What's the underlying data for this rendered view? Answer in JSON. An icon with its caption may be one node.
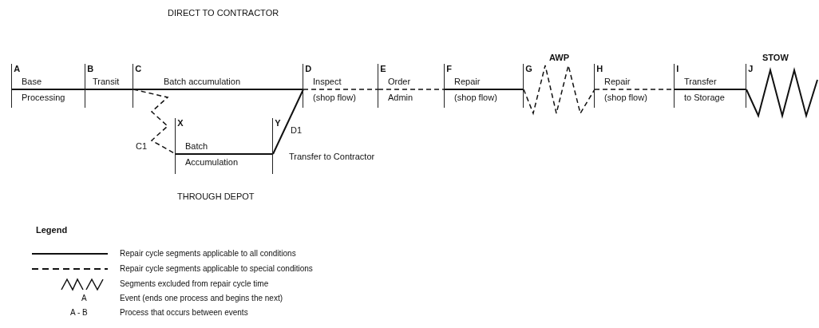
{
  "diagram": {
    "nodes": [
      {
        "text": [
          "A"
        ]
      },
      {
        "text": [
          "B"
        ]
      },
      {
        "text": [
          "C"
        ]
      },
      {
        "text": [
          "D"
        ]
      },
      {
        "text": [
          "E"
        ]
      },
      {
        "text": [
          "F"
        ]
      },
      {
        "text": [
          "G"
        ]
      },
      {
        "text": [
          "H"
        ]
      },
      {
        "text": [
          "I"
        ]
      },
      {
        "text": [
          "J"
        ]
      },
      {
        "text": [
          "X"
        ]
      },
      {
        "text": [
          "Y"
        ]
      }
    ],
    "edges": [
      {
        "from": 0,
        "to": 1,
        "arrow": "none",
        "label": "Base Processing"
      },
      {
        "from": 1,
        "to": 2,
        "arrow": "none",
        "label": "Transit"
      },
      {
        "from": 2,
        "to": 3,
        "arrow": "none",
        "label": "Batch accumulation"
      },
      {
        "from": 3,
        "to": 4,
        "arrow": "none",
        "label": "Inspect (shop flow)",
        "style": "dashed"
      },
      {
        "from": 4,
        "to": 5,
        "arrow": "none",
        "label": "Order Admin",
        "style": "dashed"
      },
      {
        "from": 5,
        "to": 6,
        "arrow": "none",
        "label": "Repair (shop flow)"
      },
      {
        "from": 6,
        "to": 7,
        "arrow": "none",
        "label": "AWP",
        "style": "dashed"
      },
      {
        "from": 7,
        "to": 8,
        "arrow": "none",
        "label": "Repair (shop flow)",
        "style": "dashed"
      },
      {
        "from": 8,
        "to": 9,
        "arrow": "none",
        "label": "Transfer to Storage"
      },
      {
        "from": 9,
        "to": null,
        "arrow": "none",
        "label": "STOW"
      },
      {
        "from": 2,
        "to": 10,
        "arrow": "none",
        "style": "dashed"
      },
      {
        "from": 10,
        "to": 11,
        "arrow": "none",
        "label": "Batch Accumulation"
      },
      {
        "from": 11,
        "to": 3,
        "arrow": "none",
        "label": "Transfer to Contractor"
      }
    ],
    "labels": [
      "DIRECT TO CONTRACTOR",
      "C1",
      "D1",
      "THROUGH DEPOT",
      "Legend",
      "A",
      "A - B"
    ],
    "legend": [
      {
        "text": "Repair cycle segments applicable to all conditions"
      },
      {
        "text": "Repair cycle segments applicable to special conditions"
      },
      {
        "text": "Segments excluded from repair cycle time"
      },
      {
        "text": "Event (ends one process and begins the next)"
      },
      {
        "text": "Process that occurs between events"
      }
    ]
  }
}
